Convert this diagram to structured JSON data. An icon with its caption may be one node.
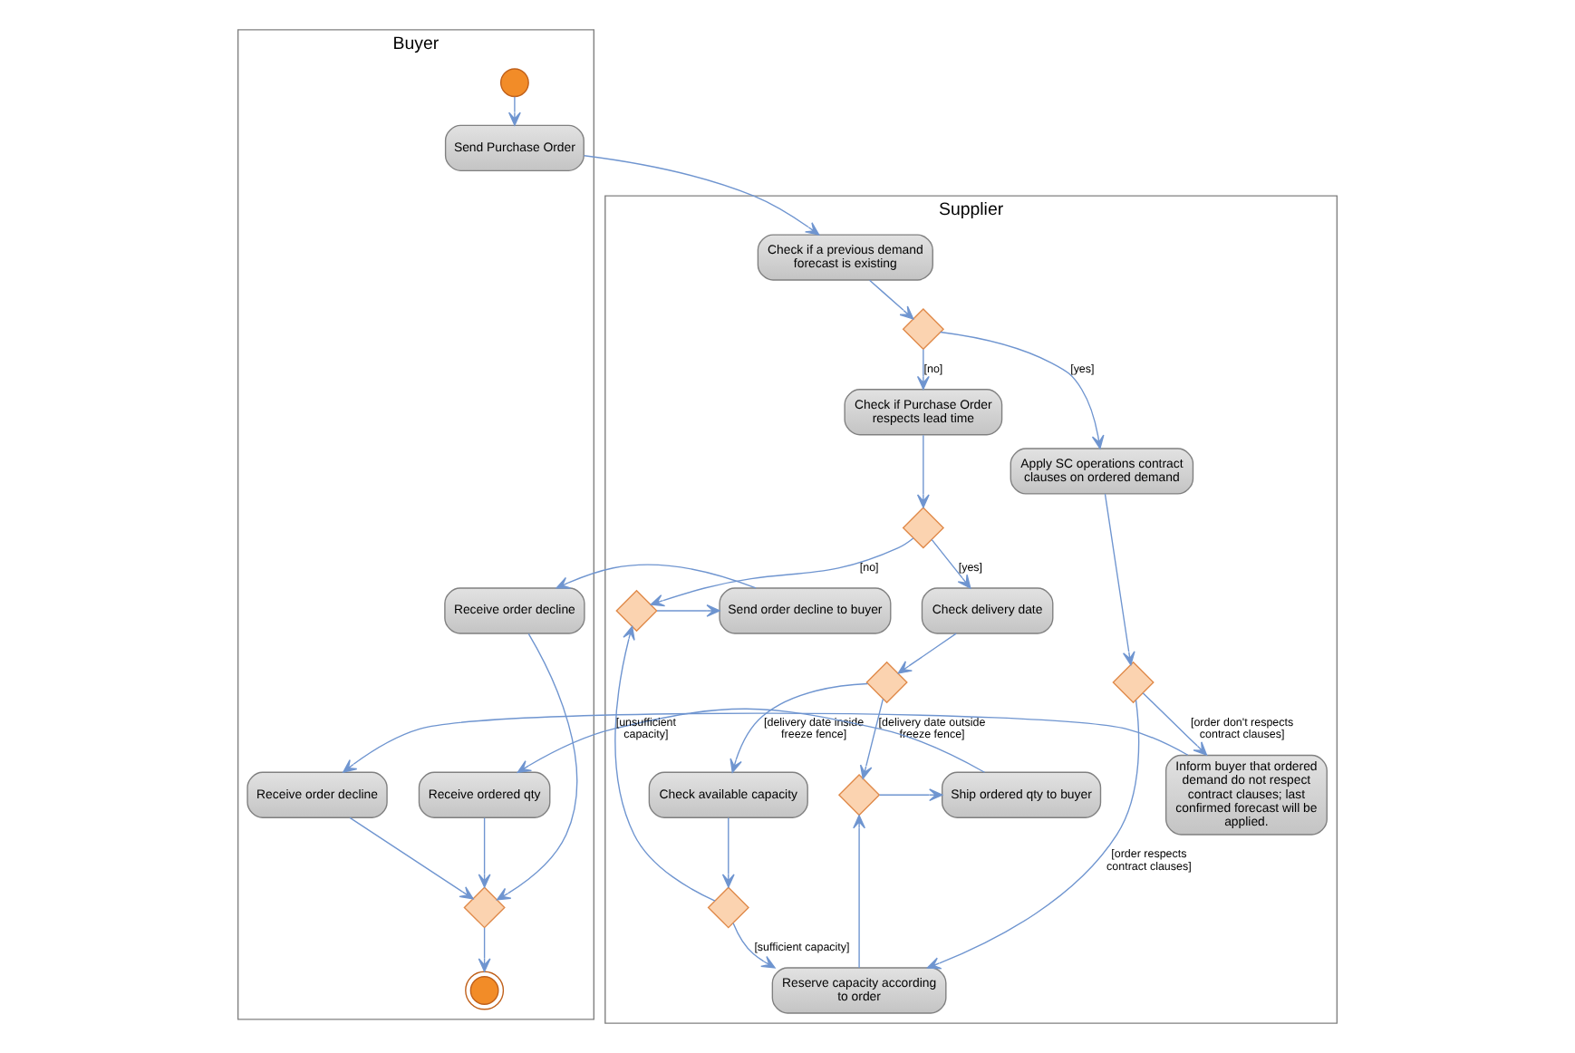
{
  "diagram": {
    "nodes": [
      {
        "text": [
          "Buyer"
        ]
      },
      {
        "text": [
          "Supplier"
        ]
      },
      {
        "text": [],
        "shape": "circle",
        "in": 0
      },
      {
        "text": [
          "Send Purchase Order"
        ],
        "in": 0
      },
      {
        "text": [
          "Check if a previous demand forecast is existing"
        ],
        "in": 1
      },
      {
        "text": [],
        "shape": "diamond",
        "in": 1
      },
      {
        "text": [
          "Check if Purchase Order respects lead time"
        ],
        "in": 1
      },
      {
        "text": [],
        "shape": "diamond",
        "in": 1
      },
      {
        "text": [
          "Apply SC operations contract clauses on ordered demand"
        ],
        "in": 1
      },
      {
        "text": [
          "Receive order decline"
        ],
        "in": 0
      },
      {
        "text": [
          "Send order decline to buyer"
        ],
        "in": 1
      },
      {
        "text": [],
        "shape": "diamond",
        "in": 1
      },
      {
        "text": [
          "Check delivery date"
        ],
        "in": 1
      },
      {
        "text": [],
        "shape": "diamond",
        "in": 1
      },
      {
        "text": [
          "Check available capacity"
        ],
        "in": 1
      },
      {
        "text": [],
        "shape": "circle",
        "in": 0
      },
      {
        "text": [],
        "shape": "diamond",
        "in": 0
      },
      {
        "text": [
          "Receive ordered qty"
        ],
        "in": 0
      },
      {
        "text": [
          "Ship ordered qty to buyer"
        ],
        "in": 1
      },
      {
        "text": [],
        "shape": "diamond",
        "in": 1
      },
      {
        "text": [],
        "shape": "diamond",
        "in": 1
      },
      {
        "text": [
          "Reserve capacity according to order"
        ],
        "in": 1
      },
      {
        "text": [],
        "shape": "diamond",
        "in": 1
      },
      {
        "text": [
          "Receive order decline"
        ],
        "in": 0
      },
      {
        "text": [
          "Inform buyer that ordered demand do not respect contract clauses; last confirmed forecast will be applied."
        ],
        "in": 1
      }
    ],
    "edges": [
      {
        "from": 2,
        "to": 3,
        "arrow": "to"
      },
      {
        "from": 3,
        "to": 4,
        "arrow": "to"
      },
      {
        "from": 4,
        "to": 5,
        "arrow": "to"
      },
      {
        "from": 5,
        "to": 8,
        "arrow": "to",
        "label": "[yes]"
      },
      {
        "from": 5,
        "to": 6,
        "arrow": "to",
        "label": "[no]"
      },
      {
        "from": 6,
        "to": 7,
        "arrow": "to"
      },
      {
        "from": 7,
        "to": 11,
        "arrow": "to",
        "label": "[no]"
      },
      {
        "from": 7,
        "to": 12,
        "arrow": "to",
        "label": "[yes]"
      },
      {
        "from": 11,
        "to": 10,
        "arrow": "to"
      },
      {
        "from": 10,
        "to": 9,
        "arrow": "to"
      },
      {
        "from": 12,
        "to": 13,
        "arrow": "to"
      },
      {
        "from": 13,
        "to": 19,
        "arrow": "to",
        "label": "[delivery date outside freeze fence]"
      },
      {
        "from": 13,
        "to": 14,
        "arrow": "to",
        "label": "[delivery date inside freeze fence]"
      },
      {
        "from": 14,
        "to": 20,
        "arrow": "to"
      },
      {
        "from": 20,
        "to": 11,
        "arrow": "to",
        "label": "[unsufficient capacity]"
      },
      {
        "from": 20,
        "to": 21,
        "arrow": "to",
        "label": "[sufficient capacity]"
      },
      {
        "from": 8,
        "to": 22,
        "arrow": "to"
      },
      {
        "from": 22,
        "to": 21,
        "arrow": "to",
        "label": "[order respects contract clauses]"
      },
      {
        "from": 22,
        "to": 24,
        "arrow": "to",
        "label": "[order don't respects contract clauses]"
      },
      {
        "from": 21,
        "to": 19,
        "arrow": "to"
      },
      {
        "from": 19,
        "to": 18,
        "arrow": "to"
      },
      {
        "from": 18,
        "to": 17,
        "arrow": "to"
      },
      {
        "from": 9,
        "to": 16,
        "arrow": "to"
      },
      {
        "from": 17,
        "to": 16,
        "arrow": "to"
      },
      {
        "from": 23,
        "to": 16,
        "arrow": "to"
      },
      {
        "from": 24,
        "to": 23,
        "arrow": "to"
      },
      {
        "from": 16,
        "to": 15,
        "arrow": "to"
      }
    ]
  }
}
